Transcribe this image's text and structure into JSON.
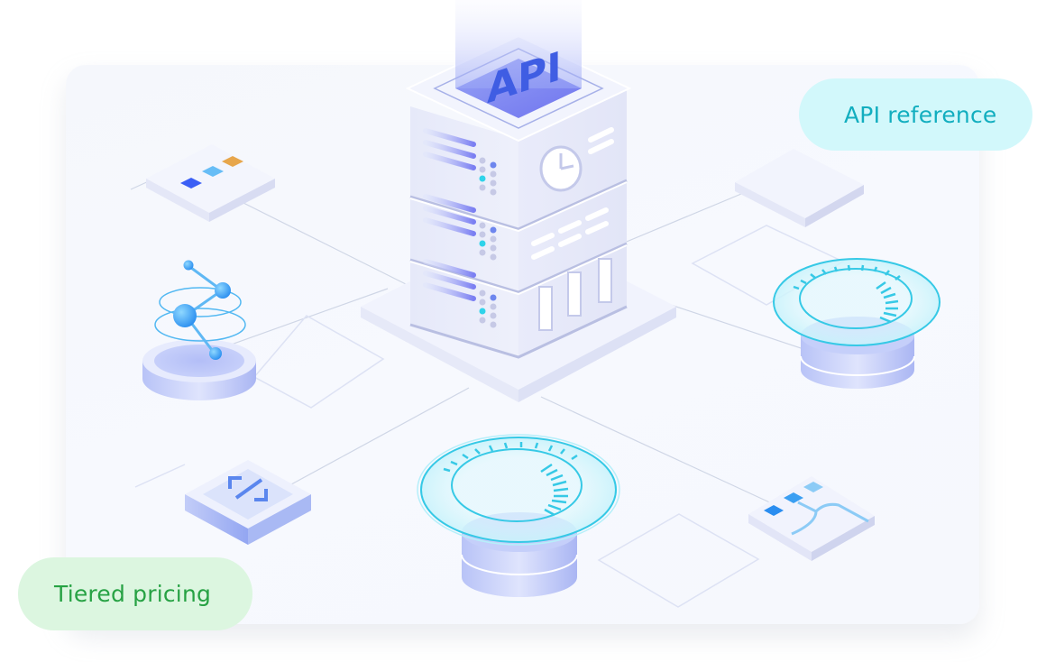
{
  "illustration": {
    "server_label": "API",
    "colors": {
      "card_bg": "#f6f8fd",
      "server_body": "#eceefb",
      "server_accent": "#7b85f2",
      "api_letters": "#3f5de3",
      "cyan_ring": "#36c9e6",
      "node_blue": "#38a3f3",
      "orange_tile": "#e7a64b",
      "blue_tile": "#3b5ff5",
      "light_blue_tile": "#67bdf6"
    },
    "elements": [
      {
        "name": "server-stack",
        "description": "central API server with three stacked units"
      },
      {
        "name": "color-tiles-panel",
        "description": "panel with blue, light-blue and orange squares"
      },
      {
        "name": "network-graph-node",
        "description": "disk with orbit rings and connected nodes"
      },
      {
        "name": "code-panel",
        "description": "panel with code brackets icon"
      },
      {
        "name": "database-gauge-bottom",
        "description": "database cylinder with cyan gauge ring"
      },
      {
        "name": "database-gauge-right",
        "description": "database cylinder with cyan gauge ring"
      },
      {
        "name": "blank-panel",
        "description": "empty raised panel"
      },
      {
        "name": "flow-panel",
        "description": "panel with squares and branching flow lines"
      }
    ]
  },
  "badges": {
    "api_reference": {
      "label": "API reference",
      "bg": "#d2f8fb",
      "color": "#12aebf"
    },
    "tiered_pricing": {
      "label": "Tiered pricing",
      "bg": "#dcf6e0",
      "color": "#27a244"
    }
  }
}
